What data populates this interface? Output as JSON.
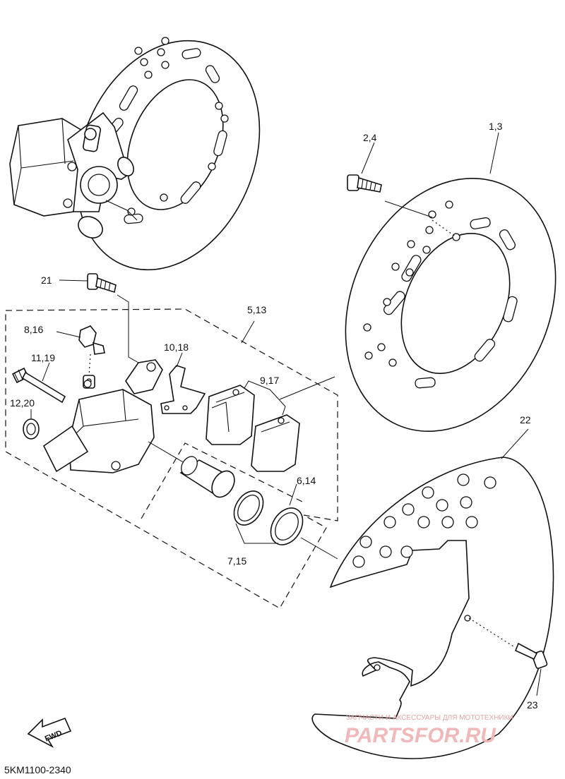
{
  "callouts": {
    "c1_3": "1,3",
    "c2_4": "2,4",
    "c21": "21",
    "c5_13": "5,13",
    "c8_16": "8,16",
    "c10_18": "10,18",
    "c11_19": "11,19",
    "c9_17": "9,17",
    "c12_20": "12,20",
    "c6_14": "6,14",
    "c7_15": "7,15",
    "c22": "22",
    "c23": "23"
  },
  "fwd_label": "FWD",
  "diagram_code": "5KM1100-2340",
  "watermark": {
    "tagline": "ЗАПЧАСТИ И АКСЕССУАРЫ ДЛЯ МОТОТЕХНИКИ",
    "brand": "PARTSFOR.RU"
  }
}
